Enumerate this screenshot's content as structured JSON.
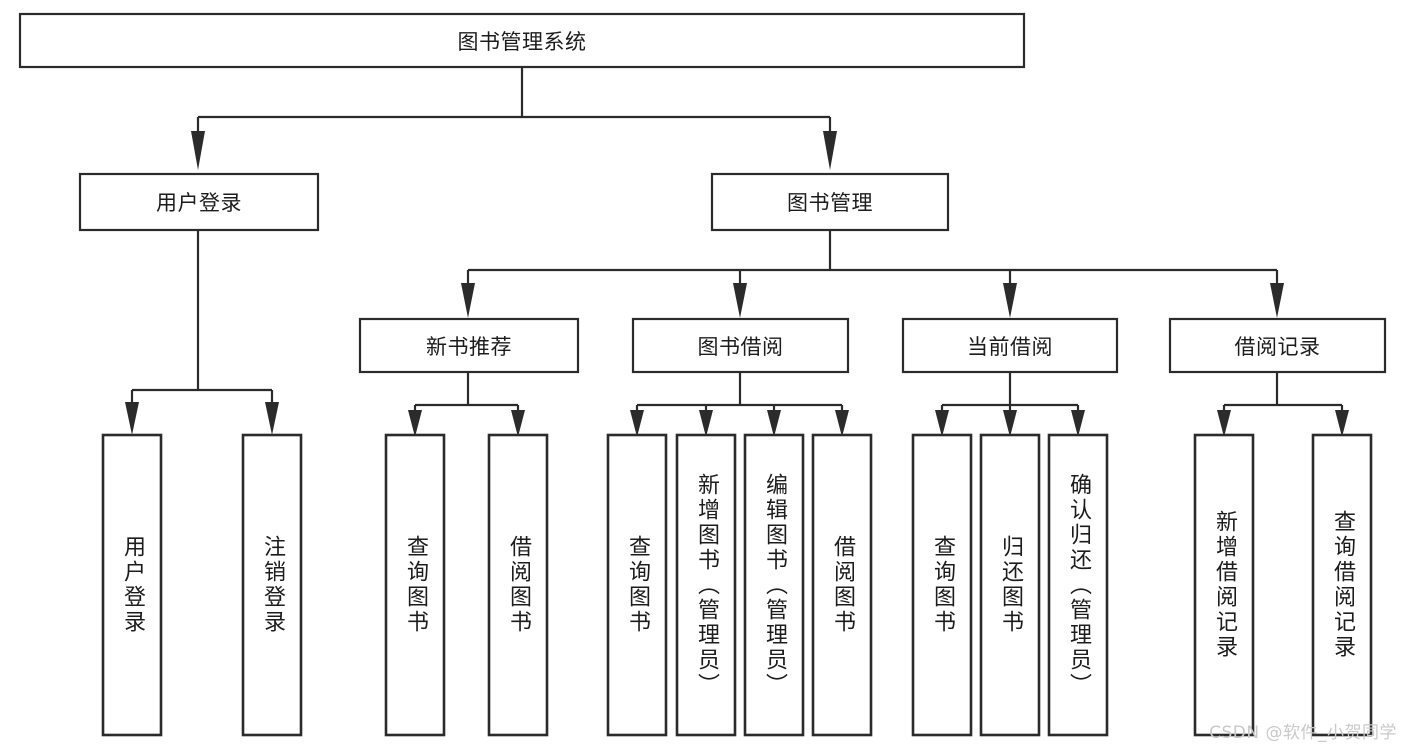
{
  "diagram": {
    "type": "tree-hierarchy-chart",
    "title_text": "图书管理系统",
    "watermark": "CSDN @软件_小贺同学",
    "colors": {
      "box_stroke": "#2b2b2b",
      "box_fill": "#ffffff",
      "text": "#1c1c1c",
      "background": "#ffffff",
      "watermark": "#c9c9c9"
    },
    "root": {
      "label": "图书管理系统"
    },
    "level2": [
      {
        "label": "用户登录"
      },
      {
        "label": "图书管理"
      }
    ],
    "level3": [
      {
        "label": "新书推荐"
      },
      {
        "label": "图书借阅"
      },
      {
        "label": "当前借阅"
      },
      {
        "label": "借阅记录"
      }
    ],
    "leaves": {
      "user_login": [
        {
          "label": "用户登录"
        },
        {
          "label": "注销登录"
        }
      ],
      "new_book_recommend": [
        {
          "label": "查询图书"
        },
        {
          "label": "借阅图书"
        }
      ],
      "book_borrow": [
        {
          "label": "查询图书"
        },
        {
          "label": "新增图书（管理员）"
        },
        {
          "label": "编辑图书（管理员）"
        },
        {
          "label": "借阅图书"
        }
      ],
      "current_borrow": [
        {
          "label": "查询图书"
        },
        {
          "label": "归还图书"
        },
        {
          "label": "确认归还（管理员）"
        }
      ],
      "borrow_record": [
        {
          "label": "新增借阅记录"
        },
        {
          "label": "查询借阅记录"
        }
      ]
    }
  }
}
